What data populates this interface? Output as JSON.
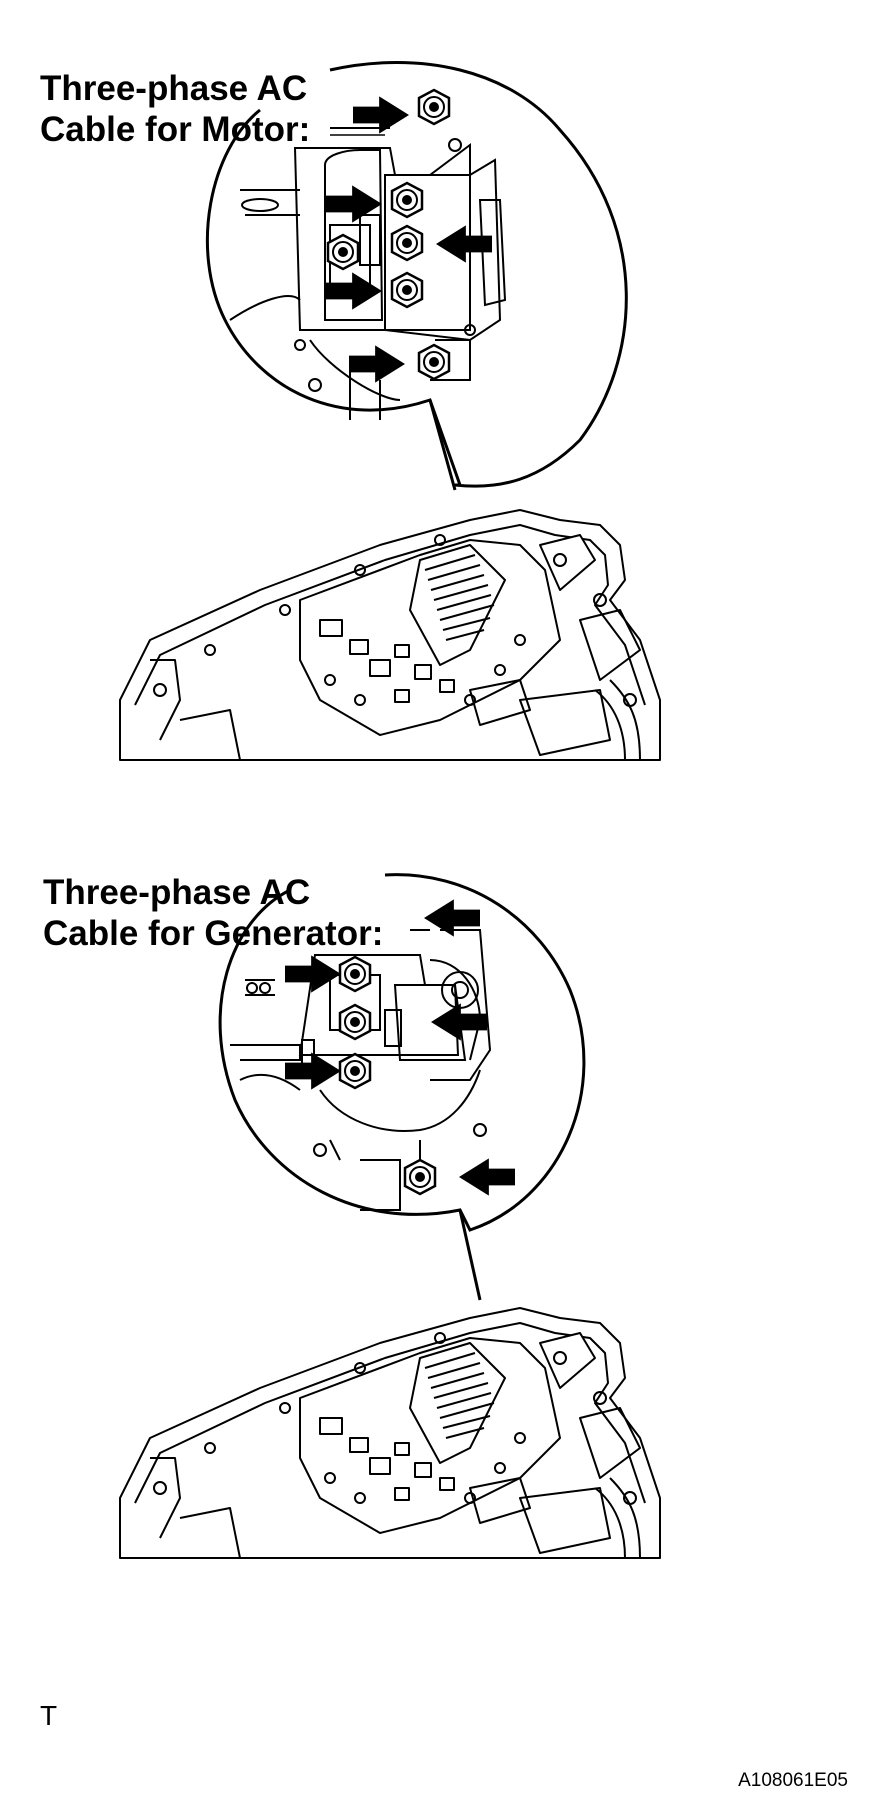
{
  "labels": {
    "motor_line1": "Three-phase AC",
    "motor_line2": "Cable for Motor:",
    "generator_line1": "Three-phase AC",
    "generator_line2": "Cable for Generator:",
    "corner_mark": "T",
    "figure_id": "A108061E05"
  },
  "icons": {
    "pointer": "black-arrow-icon",
    "fastener": "bolt-icon"
  },
  "colors": {
    "line": "#000000",
    "background": "#ffffff"
  }
}
